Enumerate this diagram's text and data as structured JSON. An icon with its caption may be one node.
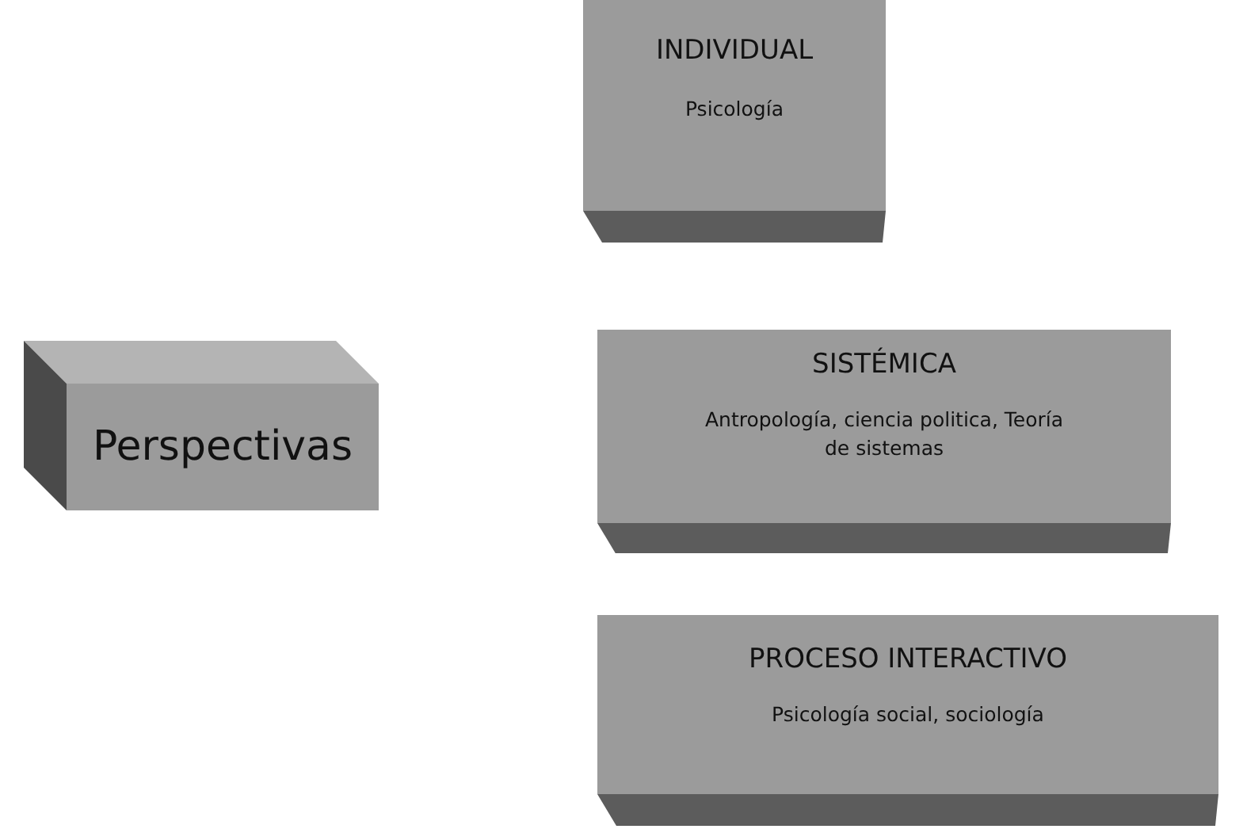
{
  "diagram": {
    "nodes": [
      {
        "text": [
          "Perspectivas"
        ]
      },
      {
        "text": [
          "INDIVIDUAL",
          "Psicología"
        ]
      },
      {
        "text": [
          "SISTÉMICA",
          "Antropología, ciencia politica, Teoría de sistemas"
        ]
      },
      {
        "text": [
          "PROCESO INTERACTIVO",
          "Psicología social, sociología"
        ]
      }
    ]
  }
}
